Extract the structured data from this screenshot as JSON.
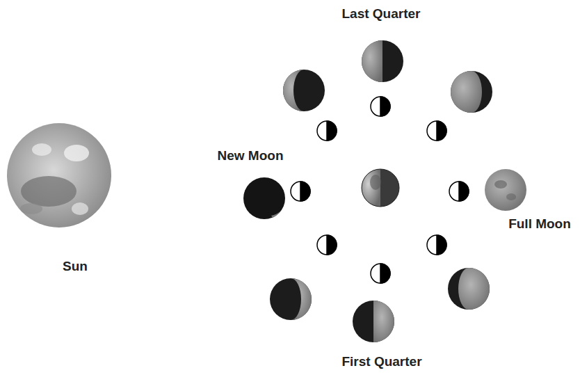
{
  "diagram": {
    "labels": [
      "Last Quarter",
      "New Moon",
      "Full Moon",
      "Sun",
      "First Quarter"
    ]
  }
}
